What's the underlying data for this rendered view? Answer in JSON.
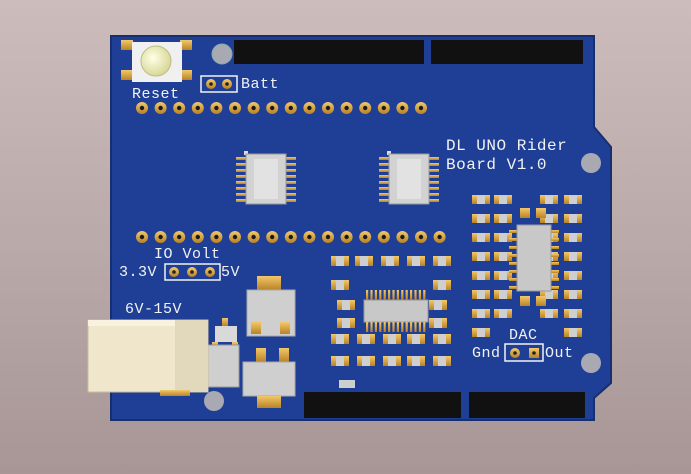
{
  "board": {
    "title_line1": "DL UNO Rider",
    "title_line2": "Board V1.0",
    "colors": {
      "pcb": "#1f3f96",
      "pcb_edge": "#1a3684",
      "silkscreen": "#f2f2f2",
      "pad_gold": "#d9a441",
      "header_black": "#111111",
      "ic_body": "#cfcfcf",
      "connector": "#efe6cc"
    }
  },
  "labels": {
    "reset": "Reset",
    "batt": "Batt",
    "io_volt": "IO Volt",
    "v33": "3.3V",
    "v5": "5V",
    "power_in": "6V-15V",
    "dac": "DAC",
    "gnd": "Gnd",
    "out": "Out"
  },
  "icons": {
    "reset_button": "tactile-switch-icon",
    "power_jack": "barrel-jack-icon"
  }
}
